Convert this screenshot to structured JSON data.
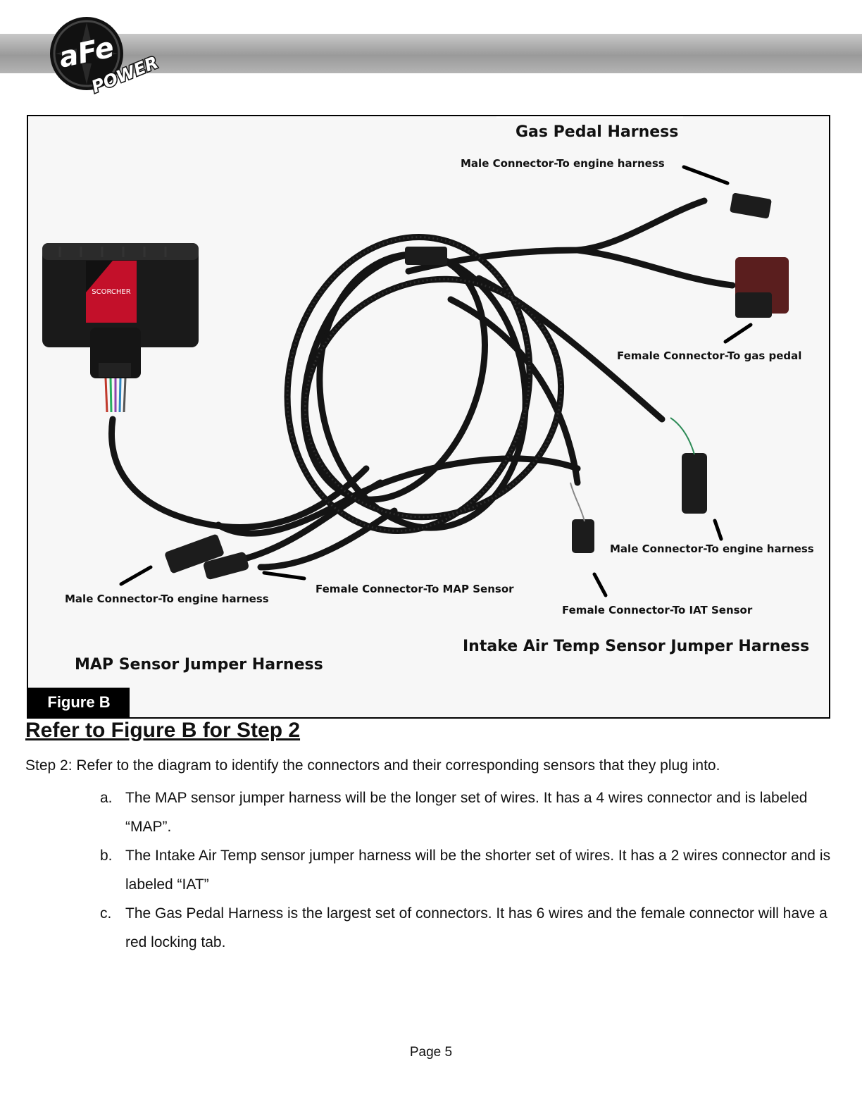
{
  "logo": {
    "brand": "aFe",
    "subtext": "POWER"
  },
  "figure": {
    "labels": {
      "gas_pedal_title": "Gas Pedal Harness",
      "gas_male": "Male Connector-To engine harness",
      "gas_female": "Female Connector-To gas pedal",
      "iat_male": "Male Connector-To engine harness",
      "map_female": "Female Connector-To MAP Sensor",
      "map_male": "Male Connector-To engine harness",
      "iat_female": "Female Connector-To IAT Sensor",
      "iat_title": "Intake Air Temp Sensor Jumper  Harness",
      "map_title": "MAP Sensor Jumper Harness"
    },
    "module_text": "SCORCHER",
    "tag": "Figure B"
  },
  "heading": "Refer to Figure B for Step 2",
  "intro": "Step 2: Refer to the diagram to identify the connectors and their corresponding sensors that they plug into.",
  "steps": [
    {
      "letter": "a.",
      "text": "The MAP sensor jumper harness will be the longer set of wires. It has a 4 wires connector and is labeled “MAP”."
    },
    {
      "letter": "b.",
      "text": "The Intake Air Temp sensor jumper harness will be the shorter set of wires. It has a 2 wires connector and is labeled “IAT”"
    },
    {
      "letter": "c.",
      "text": "The Gas Pedal Harness is the largest set of connectors. It has 6 wires and the female connector will have a red locking tab."
    }
  ],
  "page_number": "Page 5"
}
